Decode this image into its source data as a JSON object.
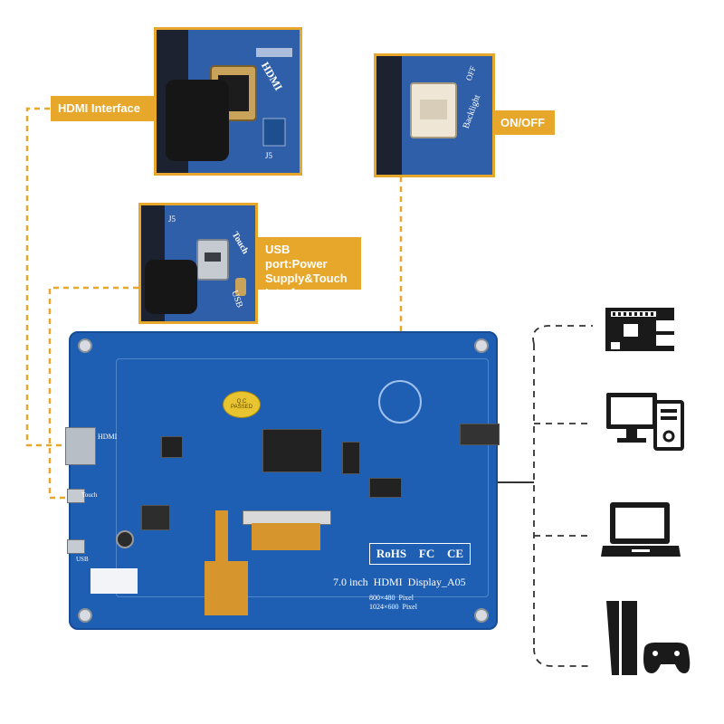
{
  "callouts": {
    "hdmi": "HDMI Interface",
    "onoff": "ON/OFF",
    "usb": "USB port:Power Supply&Touch Interface"
  },
  "photo_labels": {
    "hdmi_silk": "HDMI",
    "j5": "J5",
    "touch": "Touch",
    "usb": "USB",
    "backlight": "Backlight",
    "off": "OFF"
  },
  "board": {
    "title": "7.0 inch  HDMI  Display_A05",
    "res1": "800×480  Pixel",
    "res2": "1024×600  Pixel",
    "qc": "Q.C PASSED",
    "rohs": "RoHS",
    "fc": "FC",
    "ce": "CE",
    "hdmi": "HDMI",
    "touch": "Touch",
    "usb": "USB"
  },
  "devices": [
    "raspberry-pi",
    "desktop-pc",
    "laptop",
    "game-console"
  ],
  "colors": {
    "accent": "#e6a72a",
    "board": "#1f5fb3",
    "device": "#1a1a1a"
  }
}
